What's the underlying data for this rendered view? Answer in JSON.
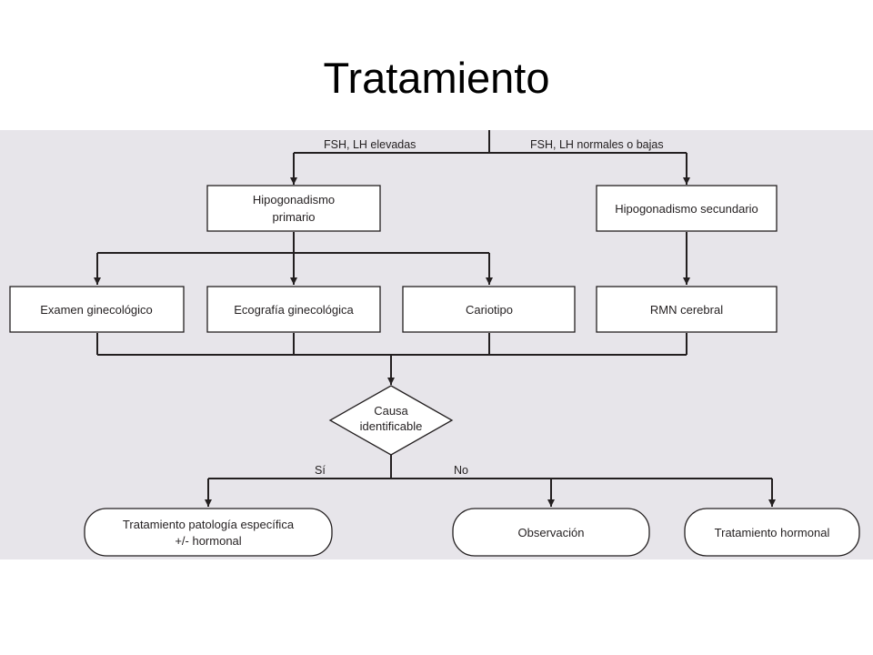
{
  "slide": {
    "title": "Tratamiento"
  },
  "colors": {
    "panel_bg": "#e7e5ea",
    "stroke": "#231f20",
    "box_fill": "#ffffff"
  },
  "flowchart": {
    "edge_labels": {
      "fsh_high": "FSH, LH elevadas",
      "fsh_normal_low": "FSH, LH normales o bajas",
      "yes": "Sí",
      "no": "No"
    },
    "nodes": {
      "primary": [
        "Hipogonadismo",
        "primario"
      ],
      "secondary": "Hipogonadismo  secundario",
      "gyn_exam": "Examen ginecológico",
      "gyn_ultrasound": "Ecografía ginecológica",
      "karyotype": "Cariotipo",
      "mri": "RMN cerebral",
      "decision": [
        "Causa",
        "identificable"
      ],
      "specific_treatment": [
        "Tratamiento patología específica",
        "+/- hormonal"
      ],
      "observation": "Observación",
      "hormonal_treatment": "Tratamiento hormonal"
    }
  }
}
